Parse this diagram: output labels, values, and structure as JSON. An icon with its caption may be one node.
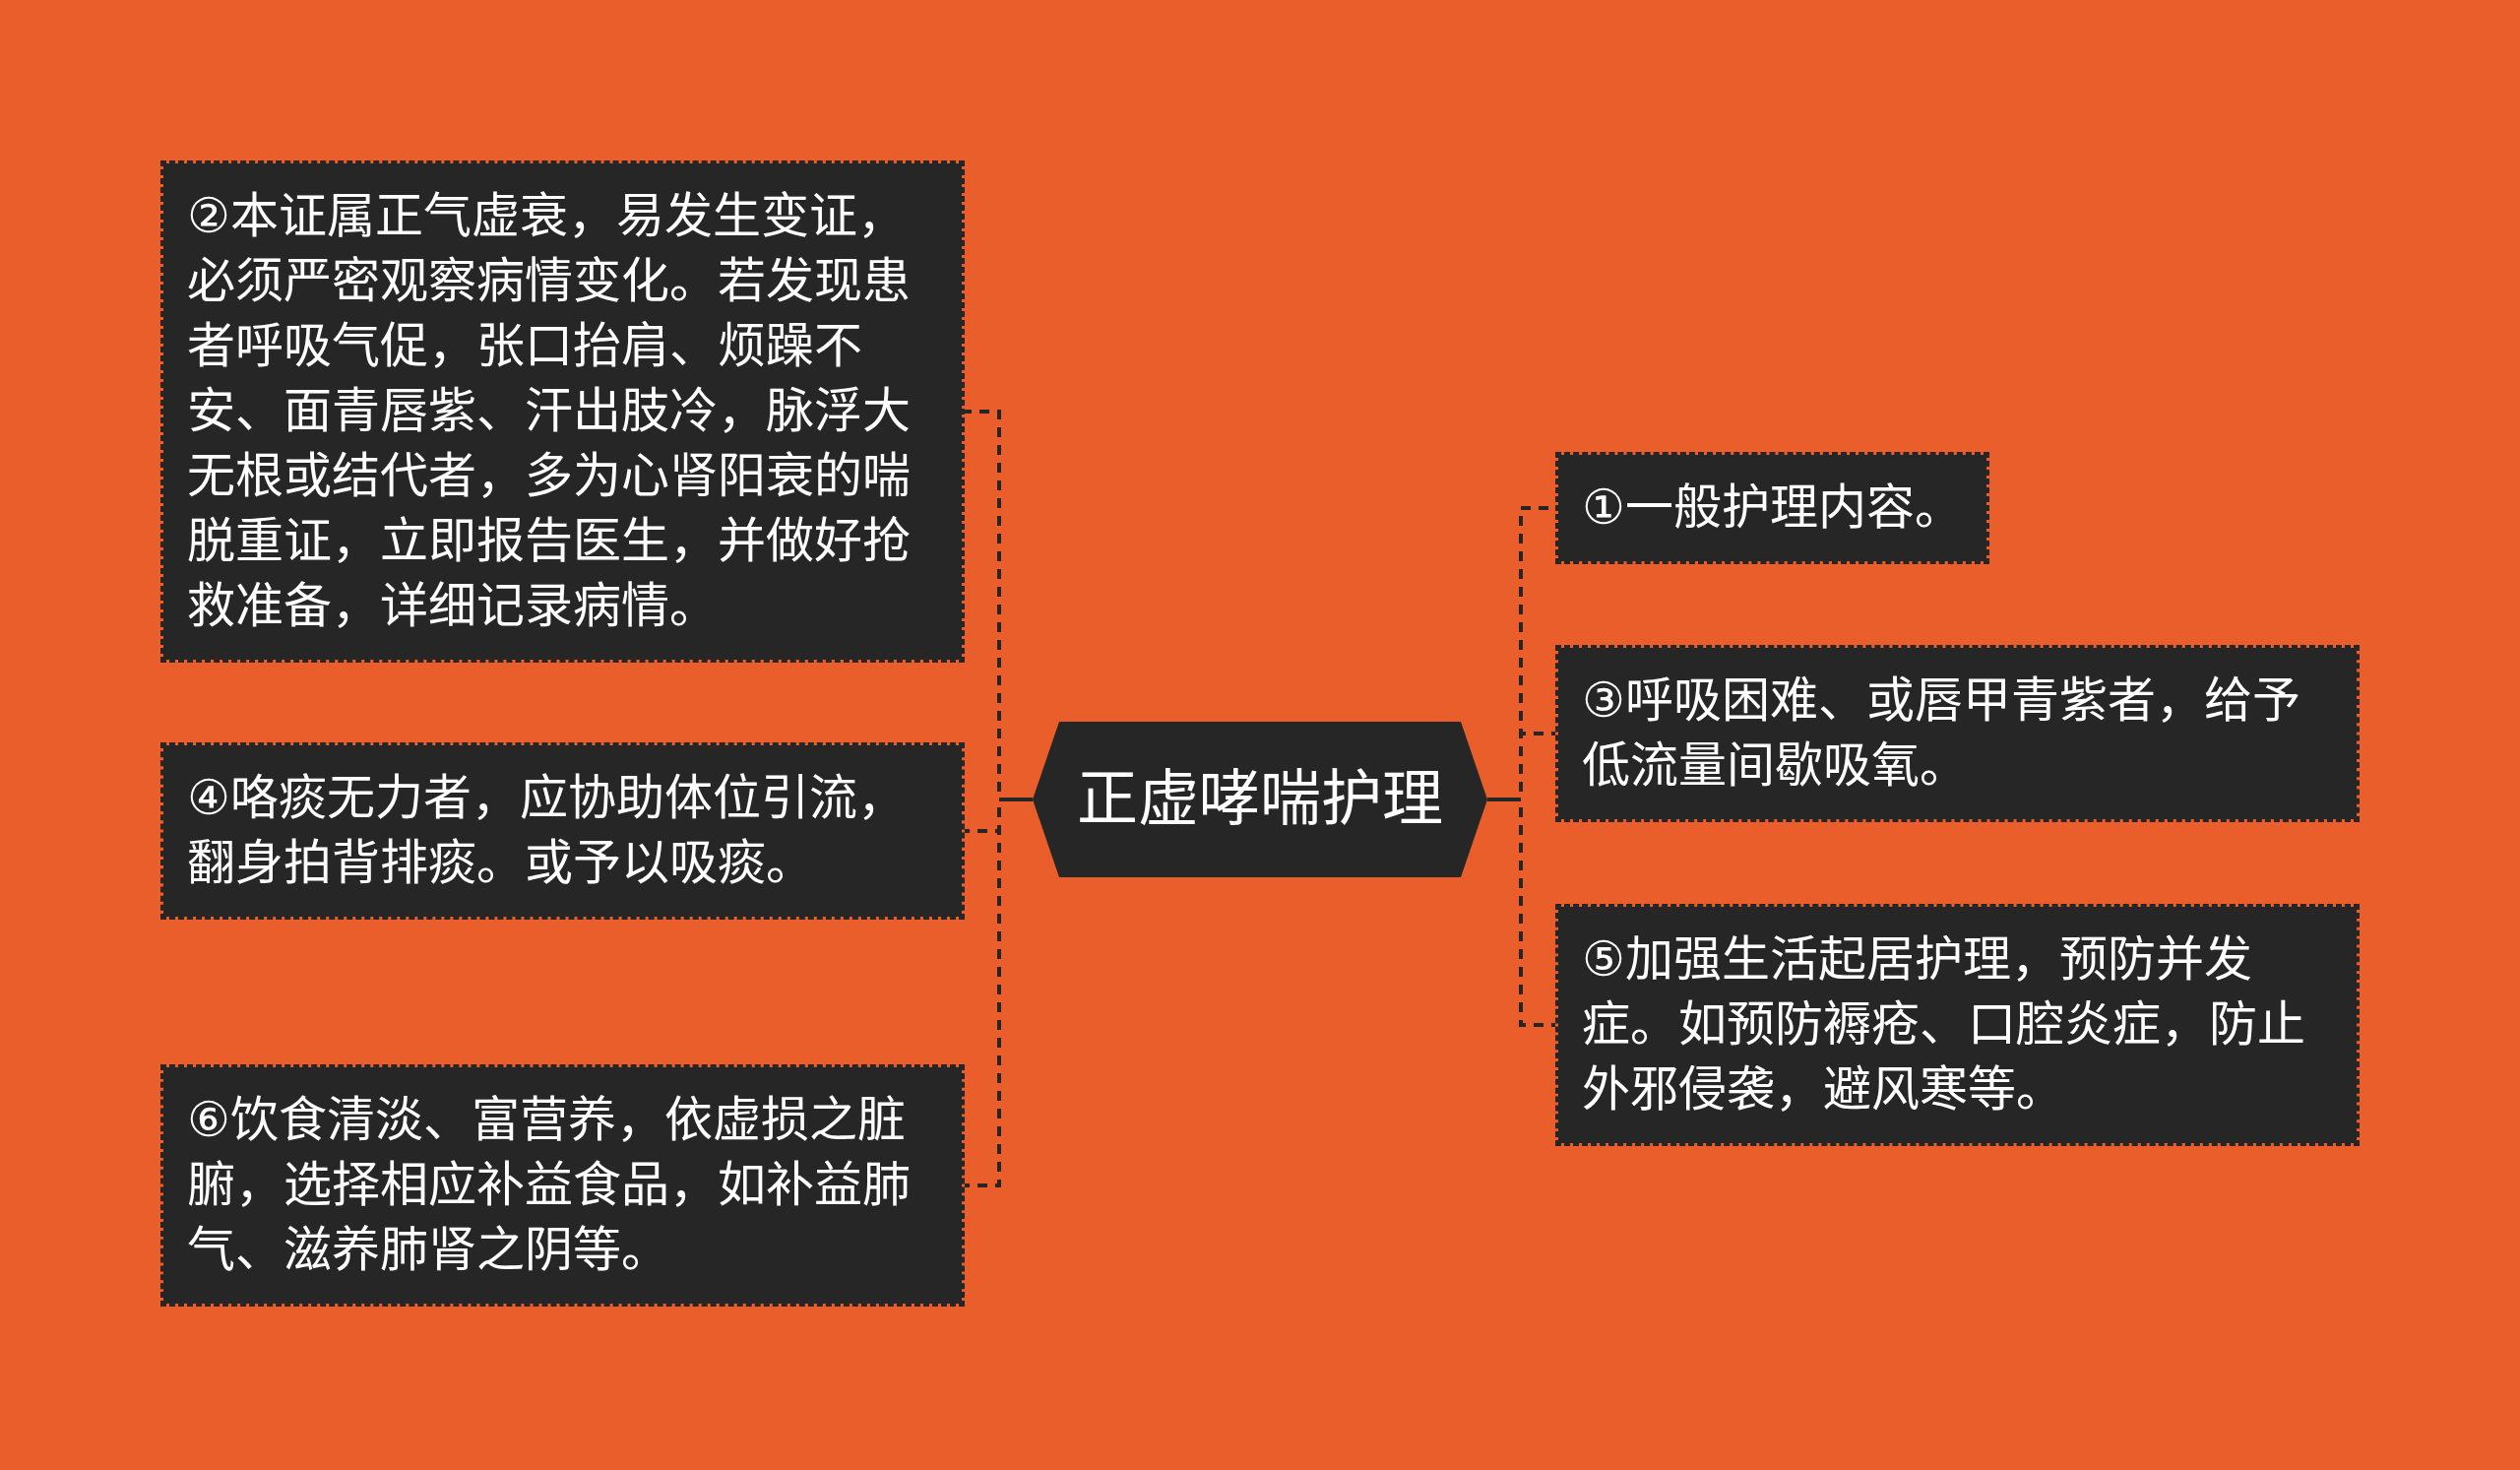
{
  "diagram": {
    "nodes": [
      {
        "text": [
          "正虚哮喘护理"
        ]
      },
      {
        "text": [
          "①一般护理内容。"
        ]
      },
      {
        "text": [
          "②本证属正气虚衰，易发生变证，必须严密观察病情变化。若发现患者呼吸气促，张口抬肩、烦躁不安、面青唇紫、汗出肢冷，脉浮大无根或结代者，多为心肾阳衰的喘脱重证，立即报告医生，并做好抢救准备，详细记录病情。"
        ]
      },
      {
        "text": [
          "③呼吸困难、或唇甲青紫者，给予低流量间歇吸氧。"
        ]
      },
      {
        "text": [
          "④咯痰无力者，应协助体位引流，翻身拍背排痰。或予以吸痰。"
        ]
      },
      {
        "text": [
          "⑤加强生活起居护理，预防并发症。如预防褥疮、口腔炎症，防止外邪侵袭，避风寒等。"
        ]
      },
      {
        "text": [
          "⑥饮食清淡、富营养，依虚损之脏腑，选择相应补益食品，如补益肺气、滋养肺肾之阴等。"
        ]
      }
    ],
    "edges": [
      {
        "from": 0,
        "to": 1,
        "arrow": "none",
        "style": "dashed"
      },
      {
        "from": 0,
        "to": 2,
        "arrow": "none",
        "style": "dashed"
      },
      {
        "from": 0,
        "to": 3,
        "arrow": "none",
        "style": "dashed"
      },
      {
        "from": 0,
        "to": 4,
        "arrow": "none",
        "style": "dashed"
      },
      {
        "from": 0,
        "to": 5,
        "arrow": "none",
        "style": "dashed"
      },
      {
        "from": 0,
        "to": 6,
        "arrow": "none",
        "style": "dashed"
      }
    ]
  }
}
